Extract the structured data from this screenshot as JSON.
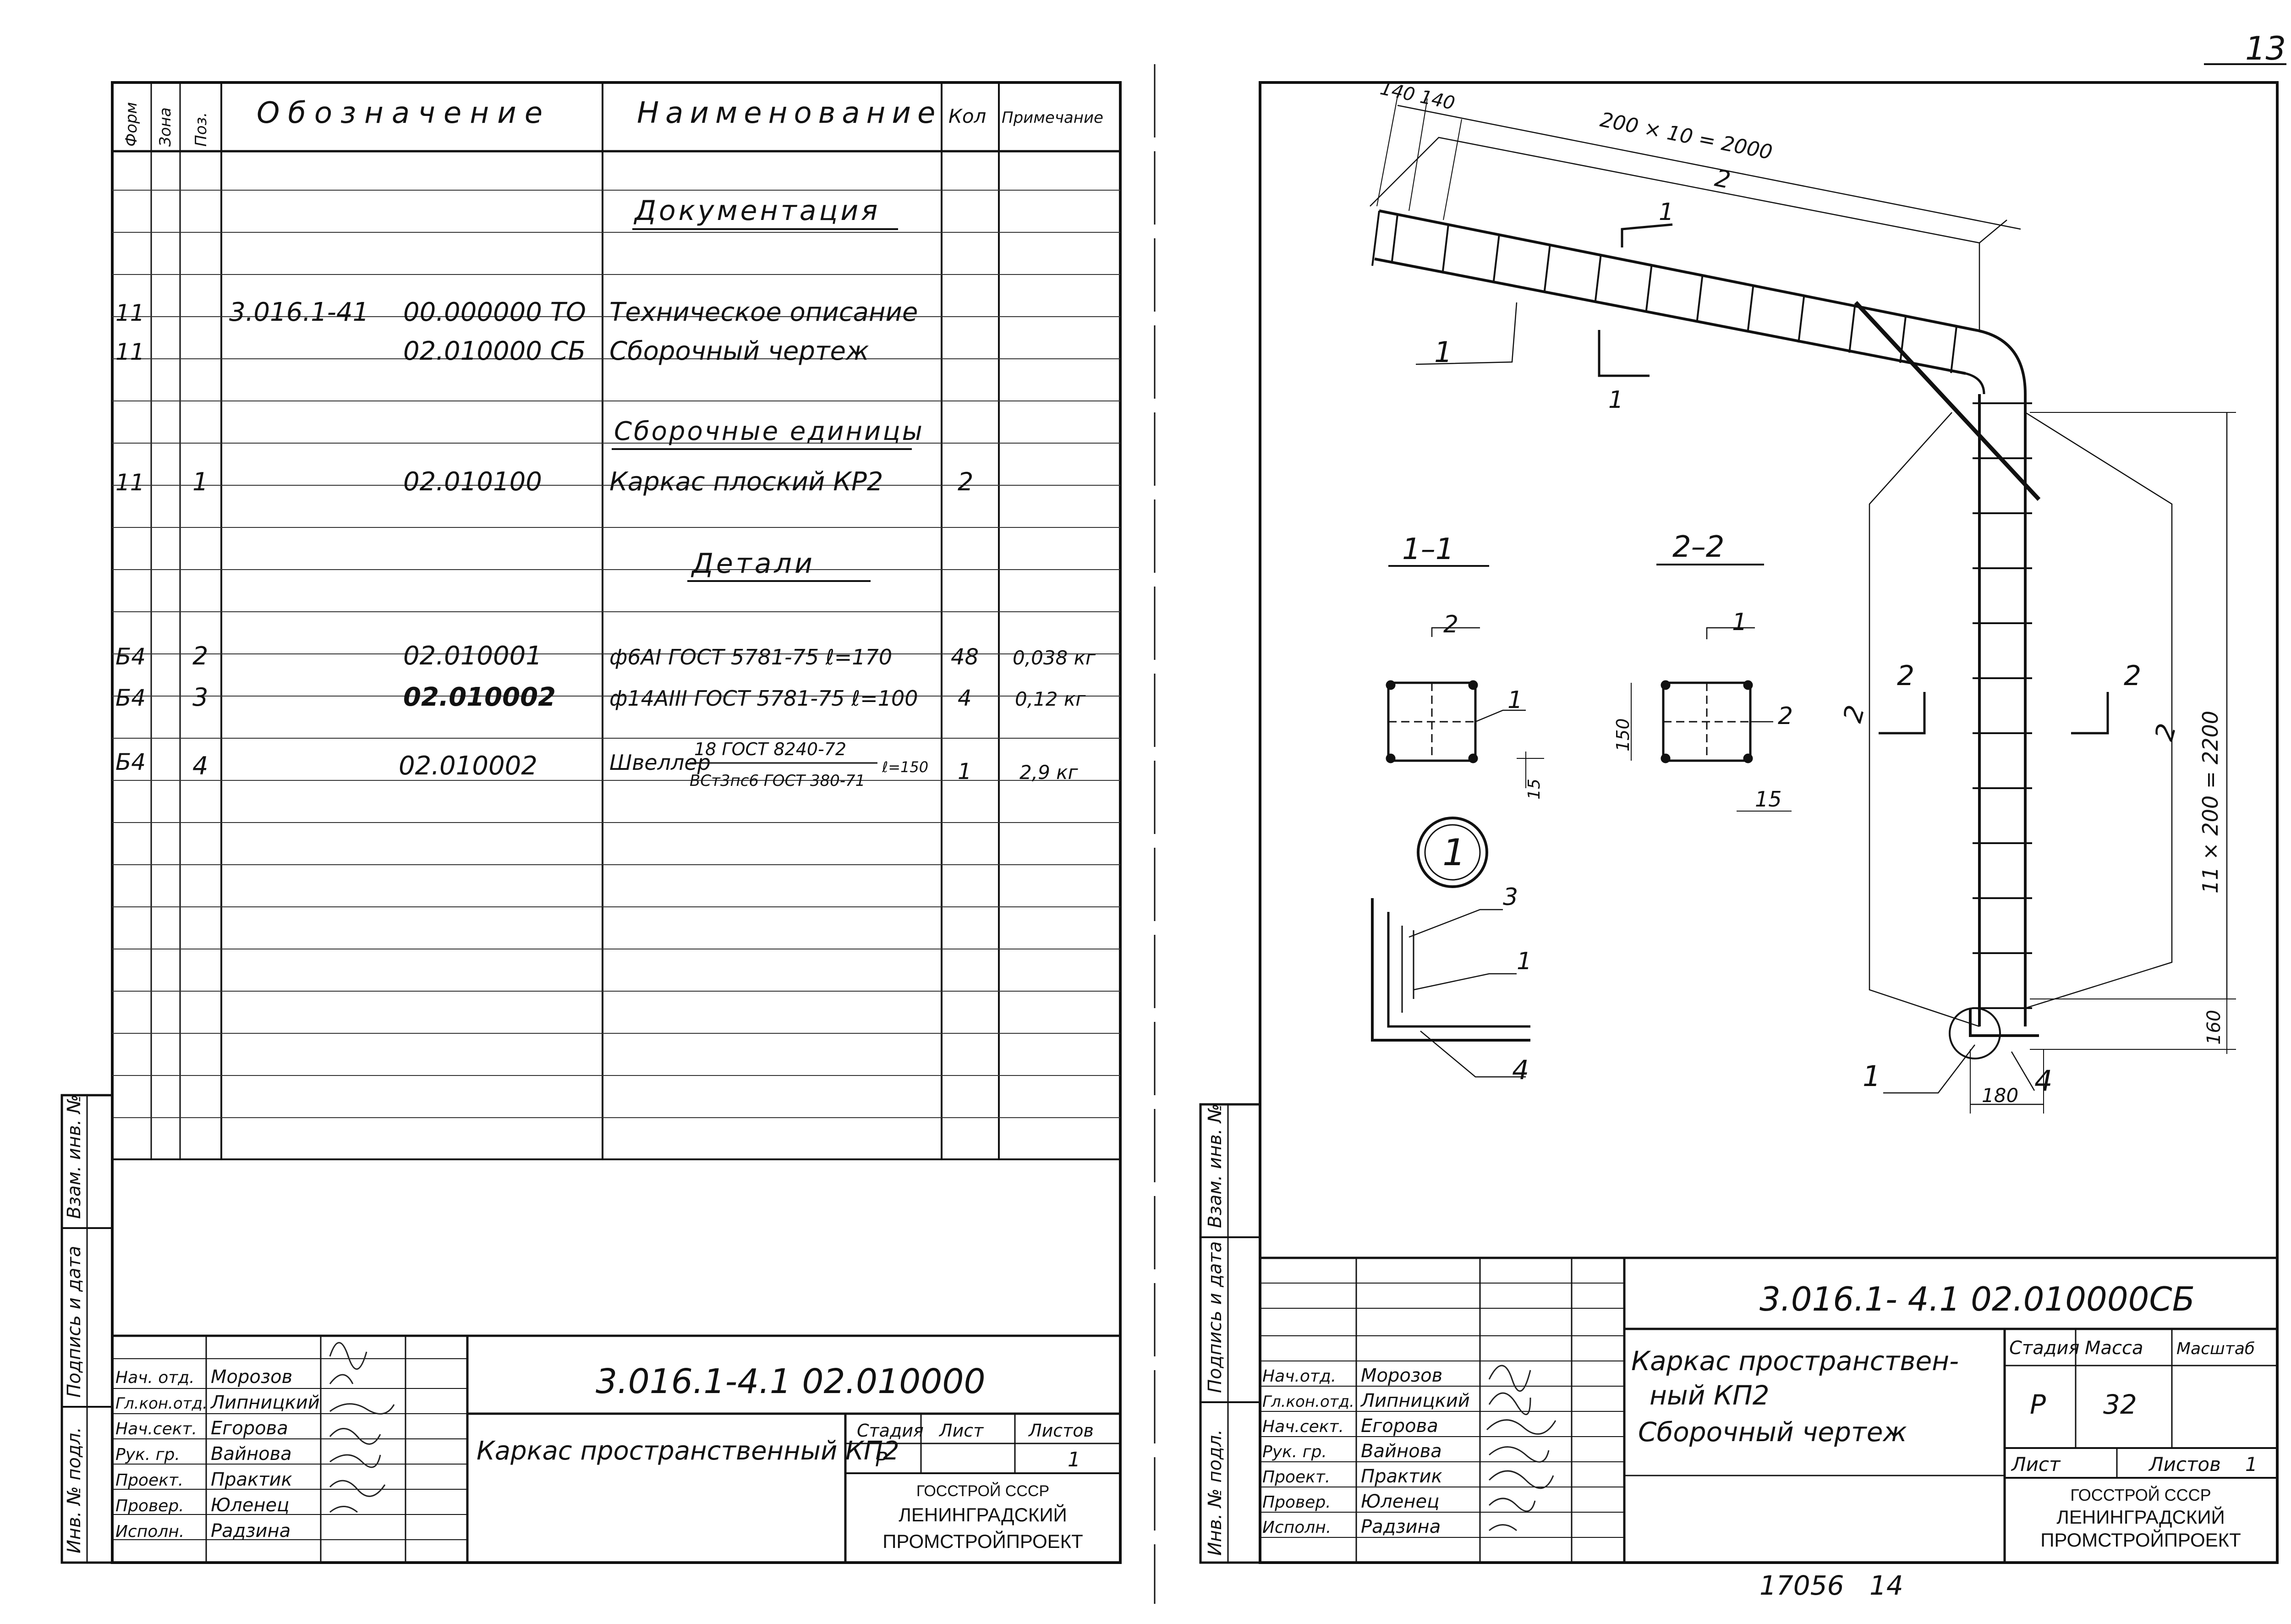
{
  "page_number_top": "13",
  "bottom_numbers": {
    "left": "17056",
    "right": "14"
  },
  "spec": {
    "headers": {
      "format": "Форм",
      "zone": "Зона",
      "pos": "Поз.",
      "designation": "Обозначение",
      "name": "Наименование",
      "qty": "Кол",
      "note": "Примечание"
    },
    "rows": [
      {
        "format": "",
        "pos": "",
        "designation_a": "",
        "designation_b": "",
        "name": "Документация",
        "underline": true,
        "qty": "",
        "note": ""
      },
      {
        "format": "11",
        "pos": "",
        "designation_a": "3.016.1-41",
        "designation_b": "00.000000 ТО",
        "name": "Техническое описание",
        "underline": false,
        "qty": "",
        "note": ""
      },
      {
        "format": "11",
        "pos": "",
        "designation_a": "",
        "designation_b": "02.010000 СБ",
        "name": "Сборочный чертеж",
        "underline": false,
        "qty": "",
        "note": ""
      },
      {
        "format": "",
        "pos": "",
        "designation_a": "",
        "designation_b": "",
        "name": "Сборочные единицы",
        "underline": true,
        "qty": "",
        "note": ""
      },
      {
        "format": "11",
        "pos": "1",
        "designation_a": "",
        "designation_b": "02.010100",
        "name": "Каркас плоский КР2",
        "underline": false,
        "qty": "2",
        "note": ""
      },
      {
        "format": "",
        "pos": "",
        "designation_a": "",
        "designation_b": "",
        "name": "Детали",
        "underline": true,
        "qty": "",
        "note": ""
      },
      {
        "format": "Б4",
        "pos": "2",
        "designation_a": "",
        "designation_b": "02.010001",
        "name": "ф6АI ГОСТ 5781-75 ℓ=170",
        "underline": false,
        "qty": "48",
        "note": "0,038 кг"
      },
      {
        "format": "Б4",
        "pos": "3",
        "designation_a": "",
        "designation_b": "02.010002",
        "name": "ф14АIII ГОСТ 5781-75 ℓ=100",
        "underline": false,
        "qty": "4",
        "note": "0,12 кг"
      },
      {
        "format": "Б4",
        "pos": "4",
        "designation_a": "",
        "designation_b": "02.010002",
        "name": "Швеллер",
        "underline": false,
        "qty": "1",
        "note": "2,9 кг"
      }
    ],
    "channel_fraction": {
      "top": "18 ГОСТ 8240-72",
      "bottom": "ВСт3пс6 ГОСТ 380-71",
      "length": "ℓ=150"
    }
  },
  "side_labels": [
    "Взам. инв. №",
    "Подпись и дата",
    "Инв. № подл."
  ],
  "left_title_block": {
    "designation": "3.016.1-4.1    02.010000",
    "title": "Каркас пространственный КП2",
    "stage_label": "Стадия",
    "sheet_label": "Лист",
    "sheets_label": "Листов",
    "stage": "Р",
    "sheet": "",
    "sheets": "1",
    "org": [
      "ГОССТРОЙ СССР",
      "ЛЕНИНГРАДСКИЙ",
      "ПРОМСТРОЙПРОЕКТ"
    ],
    "people": [
      {
        "role": "Нач. отд.",
        "name": "Морозов"
      },
      {
        "role": "Гл.кон.отд.",
        "name": "Липницкий"
      },
      {
        "role": "Нач.сект.",
        "name": "Егорова"
      },
      {
        "role": "Рук. гр.",
        "name": "Вайнова"
      },
      {
        "role": "Проект.",
        "name": "Практик"
      },
      {
        "role": "Провер.",
        "name": "Юленец"
      },
      {
        "role": "Исполн.",
        "name": "Радзина"
      }
    ]
  },
  "drawing": {
    "dims": {
      "top_small": "140  140",
      "top_long": "200 × 10 = 2000",
      "vertical": "11 × 200 = 2200",
      "bottom_width": "180",
      "bottom_height": "160",
      "sec_w": "150",
      "sec_15a": "15",
      "sec_15b": "15"
    },
    "labels": {
      "section_11": "1–1",
      "section_22": "2–2",
      "detail": "1",
      "cut1": "1",
      "cut2": "2",
      "dim2": "2"
    },
    "positions": {
      "p1": "1",
      "p2": "2",
      "p3": "3",
      "p4": "4"
    }
  },
  "right_title_block": {
    "designation": "3.016.1- 4.1    02.010000СБ",
    "title_lines": [
      "Каркас пространствен-",
      "ный КП2",
      "Сборочный чертеж"
    ],
    "stage_label": "Стадия",
    "mass_label": "Масса",
    "scale_label": "Масштаб",
    "sheet_label": "Лист",
    "sheets_label": "Листов",
    "stage": "Р",
    "mass": "32",
    "scale": "",
    "sheets": "1",
    "org": [
      "ГОССТРОЙ СССР",
      "ЛЕНИНГРАДСКИЙ",
      "ПРОМСТРОЙПРОЕКТ"
    ],
    "people": [
      {
        "role": "Нач.отд.",
        "name": "Морозов"
      },
      {
        "role": "Гл.кон.отд.",
        "name": "Липницкий"
      },
      {
        "role": "Нач.сект.",
        "name": "Егорова"
      },
      {
        "role": "Рук. гр.",
        "name": "Вайнова"
      },
      {
        "role": "Проект.",
        "name": "Практик"
      },
      {
        "role": "Провер.",
        "name": "Юленец"
      },
      {
        "role": "Исполн.",
        "name": "Радзина"
      }
    ]
  }
}
